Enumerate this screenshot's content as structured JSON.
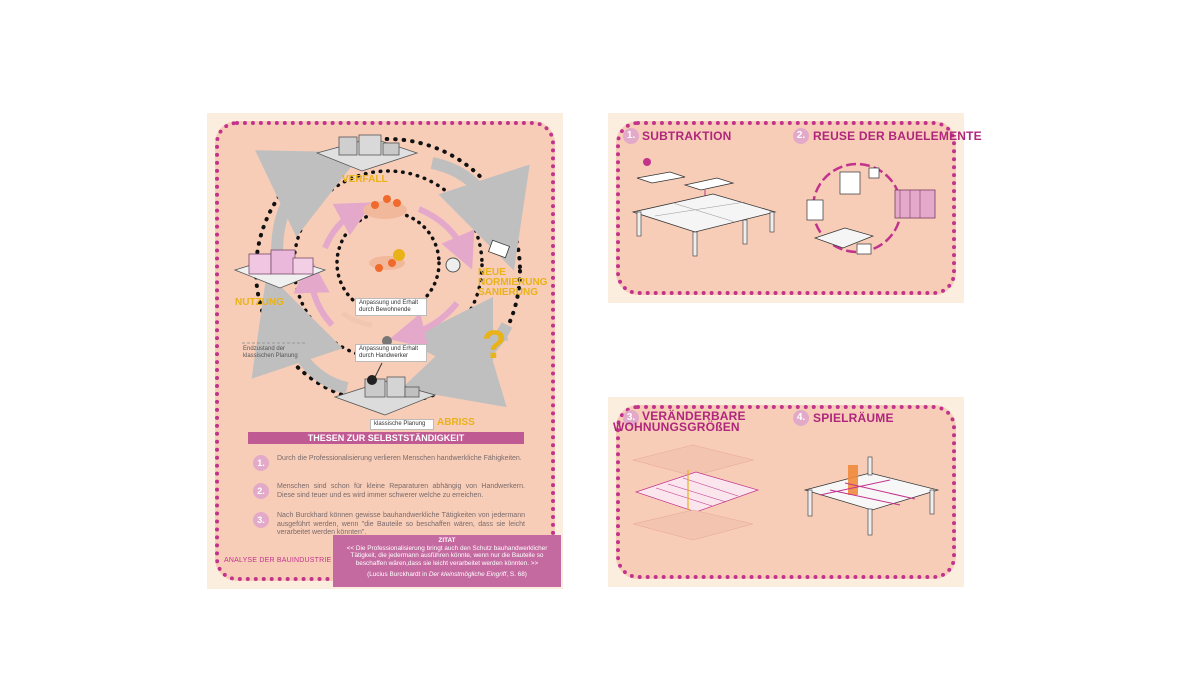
{
  "left_panel": {
    "stages": {
      "verfall": "VERFALL",
      "neue": "NEUE",
      "normierung": "NORMIERUNG",
      "sanierung": "SANIERUNG",
      "nutzung": "NUTZUNG",
      "abriss": "ABRISS"
    },
    "notes": {
      "bewohnende": "Anpassung und Erhalt durch Bewohnende",
      "handwerker": "Anpassung und Erhalt durch Handwerker",
      "endzustand": "Endzustand der klassischen Planung",
      "klassische": "klassische Planung"
    },
    "theses_title": "THESEN ZUR SELBSTSTÄNDIGKEIT",
    "theses": [
      {
        "num": "1.",
        "text": "Durch die Professionalisierung verlieren Menschen handwerkliche Fähigkeiten."
      },
      {
        "num": "2.",
        "text": "Menschen sind schon für kleine Reparaturen abhängig von Handwerkern. Diese sind teuer und es wird immer schwerer welche zu erreichen."
      },
      {
        "num": "3.",
        "text": "Nach Burckhard können gewisse bauhandwerkliche Tätigkeiten von jedermann ausgeführt werden, wenn \"die Bauteile so beschaffen wären, dass sie leicht verarbeitet werden könnten\"."
      }
    ],
    "quote": {
      "heading": "ZITAT",
      "text": "<< Die Professionalisierung bringt auch den Schutz bauhandwerklicher Tätigkeit, die jedermann ausführen könnte, wenn nur die Bauteile so beschaffen wären,dass sie leicht verarbeitet werden könnten. >>",
      "source_prefix": "(Lucius Burckhardt in ",
      "source_title": "Der kleinstmögliche Eingriff",
      "source_suffix": ", S. 68)"
    },
    "footer": "ANALYSE DER BAUINDUSTRIE"
  },
  "top_right": {
    "items": [
      {
        "num": "1.",
        "title": "SUBTRAKTION"
      },
      {
        "num": "2.",
        "title": "REUSE DER BAUELEMENTE"
      }
    ]
  },
  "bottom_right": {
    "items": [
      {
        "num": "3.",
        "title_line1": "VERÄNDERBARE",
        "title_line2": "WOHNUNGSGRÖßEN"
      },
      {
        "num": "4.",
        "title": "SPIELRÄUME"
      }
    ]
  },
  "colors": {
    "magenta": "#c2338c",
    "peach": "#f7cdb8",
    "cream": "#fbeede",
    "yellow": "#e9b219",
    "orange": "#ef6a2b",
    "pink": "#e3a9c8"
  }
}
